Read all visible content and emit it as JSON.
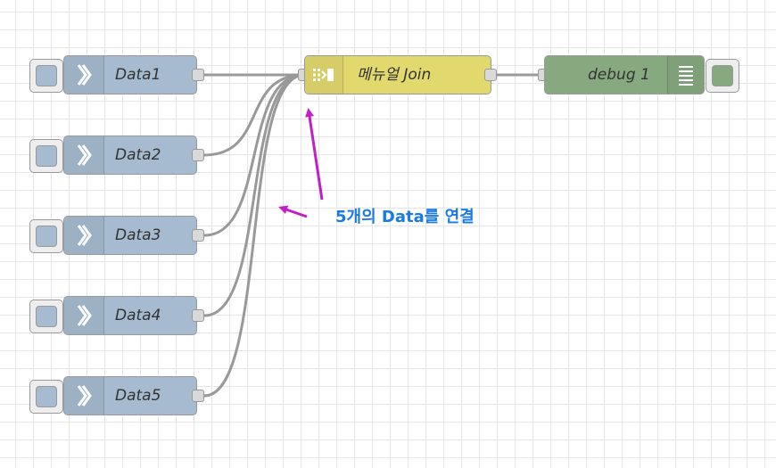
{
  "inject_nodes": [
    {
      "label": "Data1"
    },
    {
      "label": "Data2"
    },
    {
      "label": "Data3"
    },
    {
      "label": "Data4"
    },
    {
      "label": "Data5"
    }
  ],
  "join_node": {
    "label": "메뉴얼 Join"
  },
  "debug_node": {
    "label": "debug 1"
  },
  "annotation": {
    "text": "5개의 Data를 연결"
  },
  "colors": {
    "inject": "#a6bbcf",
    "join": "#e2d96e",
    "debug": "#87a980",
    "wire": "#999999",
    "annotation_arrow": "#c31fc8",
    "annotation_text": "#1a7ae6"
  },
  "icons": {
    "inject": "arrow-in-icon",
    "join": "join-icon",
    "debug": "debug-list-icon"
  }
}
